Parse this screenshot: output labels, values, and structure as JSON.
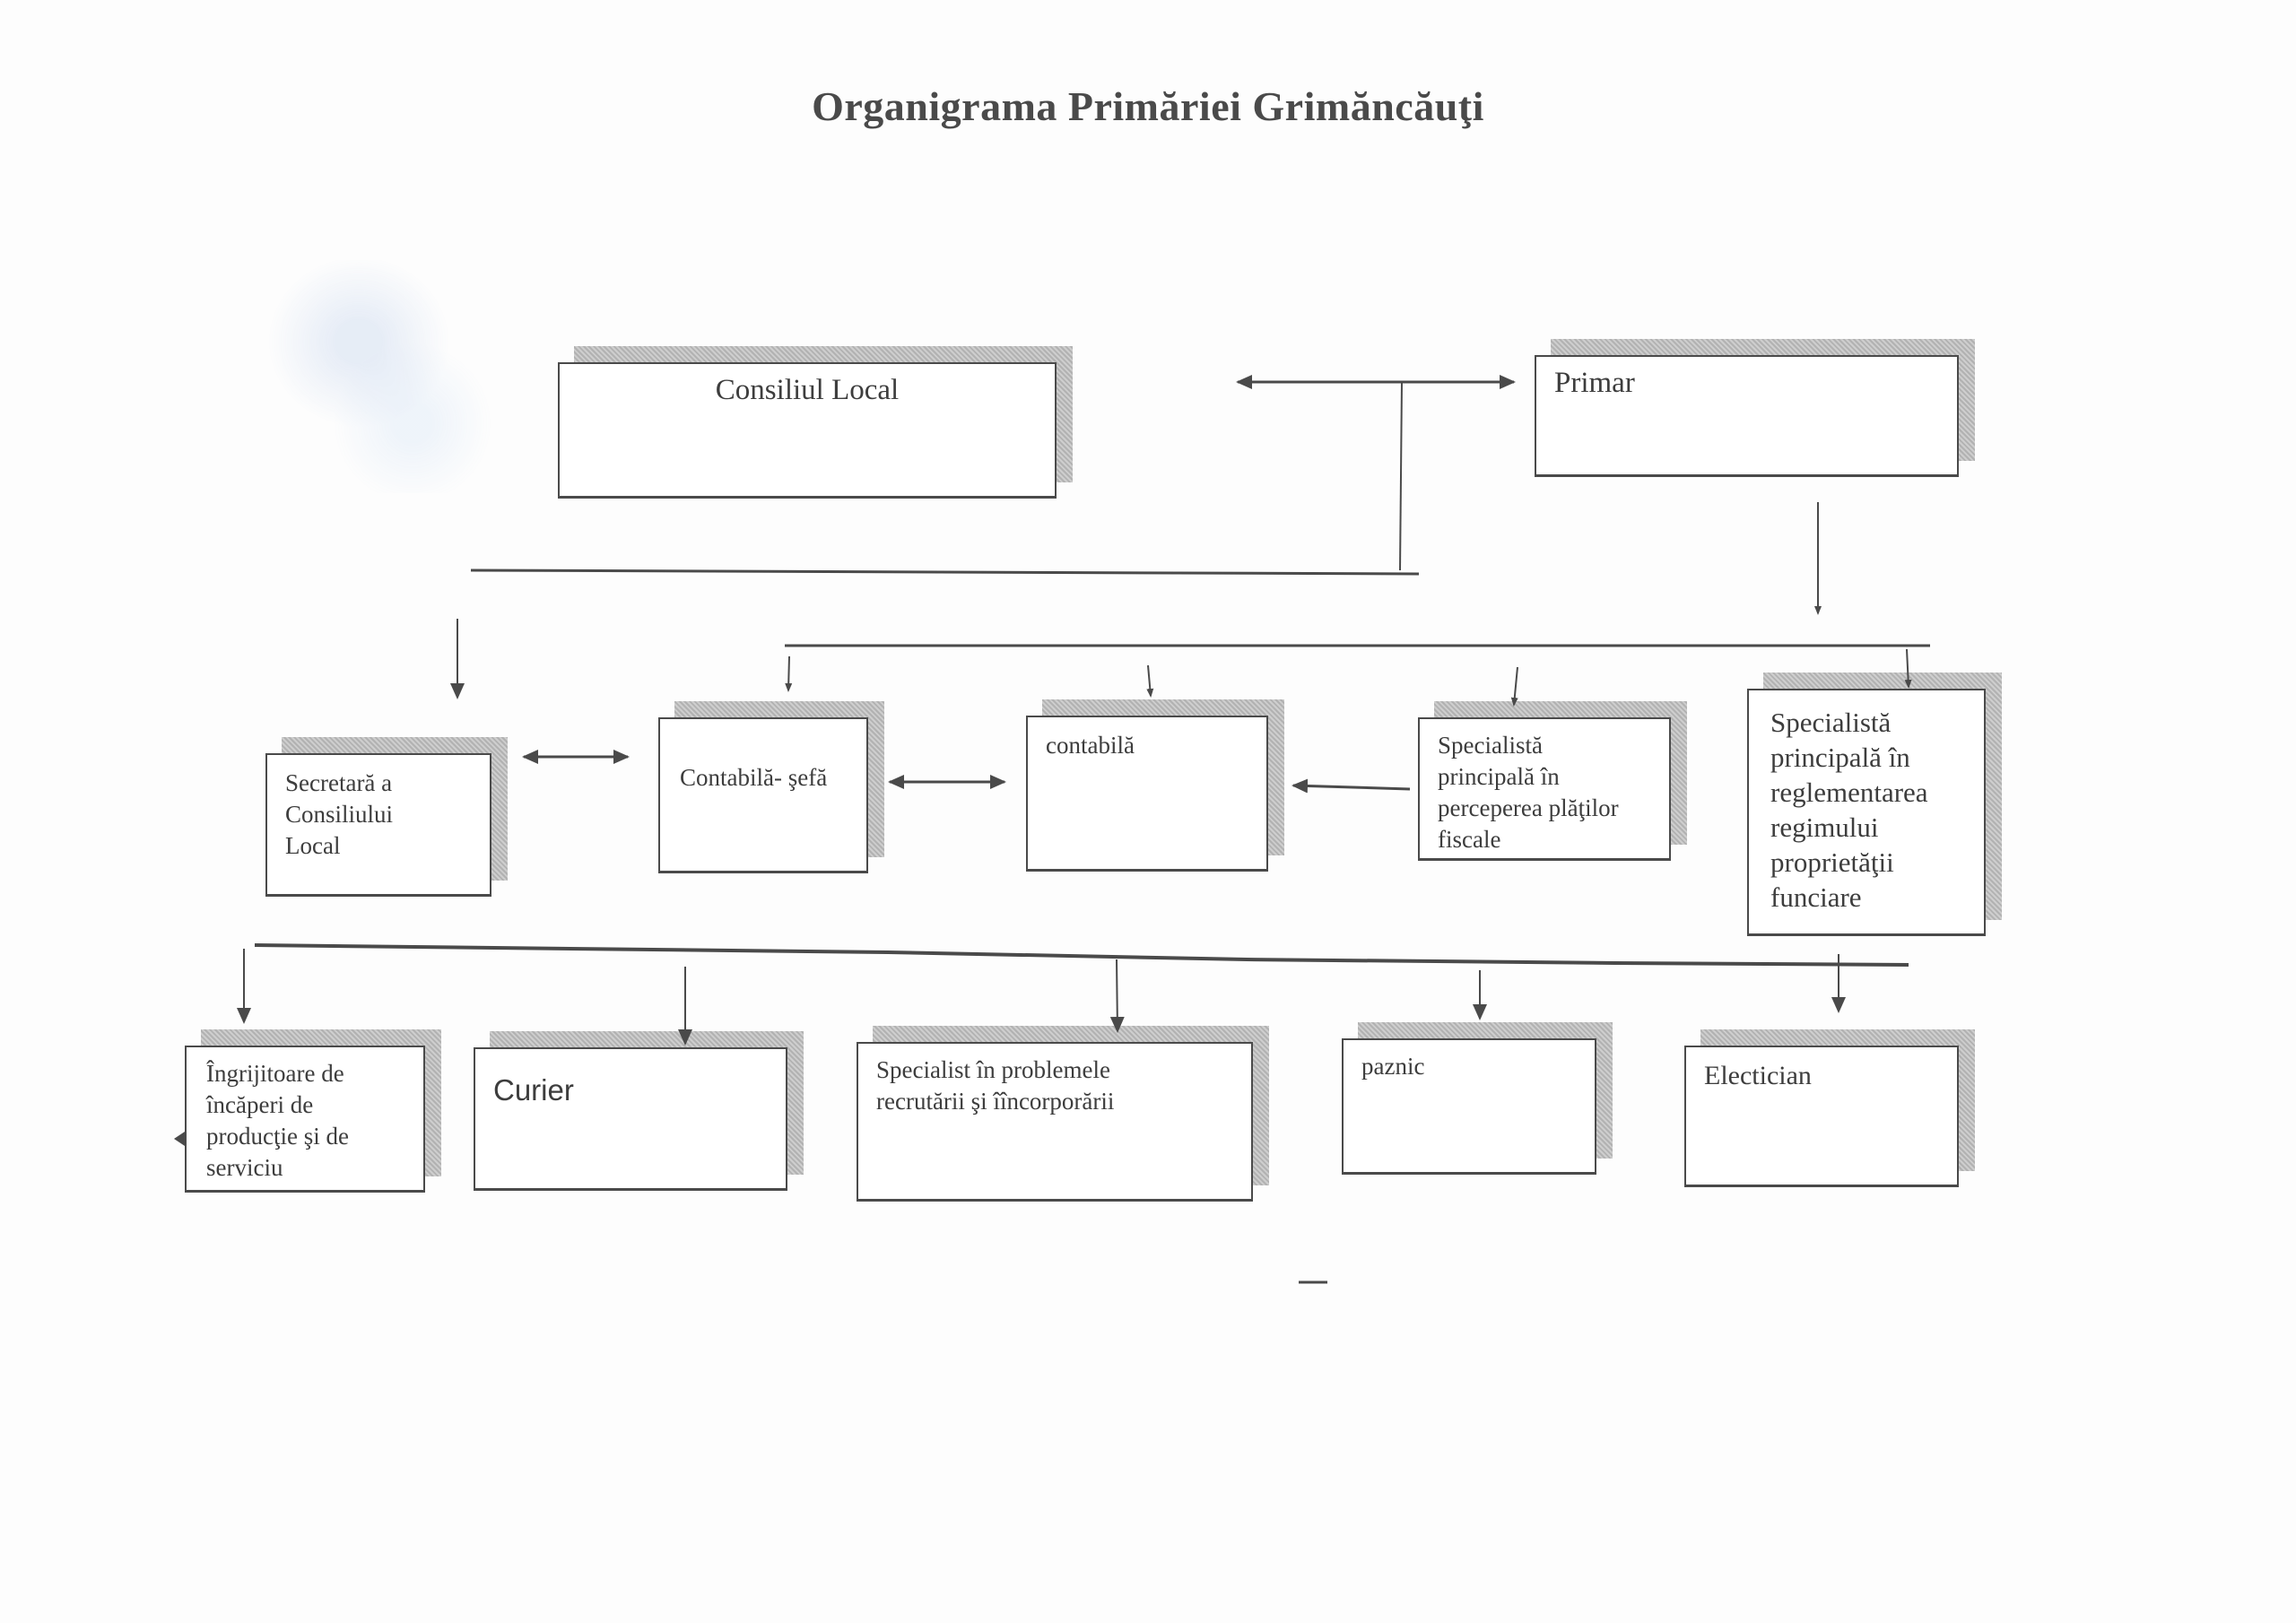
{
  "title": "Organigrama Primăriei  Grimăncăuţi",
  "nodes": {
    "consiliul_local": "Consiliul  Local",
    "primar": "Primar",
    "secretara": "Secretară a\nConsiliului\nLocal",
    "contabila_sefa": "Contabilă- şefă",
    "contabila": "contabilă",
    "specialista_fiscale": "Specialistă\nprincipală în\nperceperea plăţilor\nfiscale",
    "specialista_funciare": "Specialistă\nprincipală în\nreglementarea\nregimului\nproprietăţii\nfunciare",
    "ingrijitoare": "Îngrijitoare de\nîncăperi de\nproducţie şi de\nserviciu",
    "curier": "Curier",
    "specialist_recrutare": "Specialist  în problemele\nrecrutării şi îîncorporării",
    "paznic": "paznic",
    "electician": "Electician"
  },
  "colors": {
    "line": "#4a4a4a",
    "shadow": "#bdbdbd",
    "text": "#3d3d3d"
  }
}
